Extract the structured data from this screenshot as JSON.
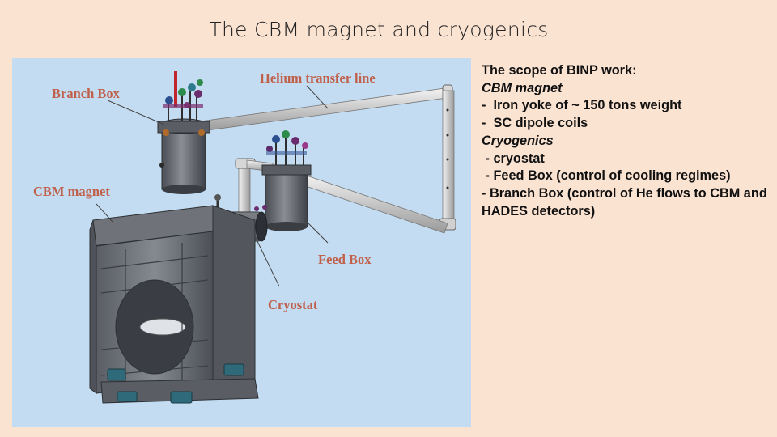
{
  "slide": {
    "title": "The CBM magnet and cryogenics"
  },
  "figure": {
    "callouts": {
      "branch_box": "Branch Box",
      "helium_transfer_line": "Helium transfer line",
      "cbm_magnet": "CBM magnet",
      "feed_box": "Feed Box",
      "cryostat": "Cryostat"
    },
    "colors": {
      "background": "#c3dcf2",
      "callout_text": "#c0604a",
      "slide_background": "#fbe3d2"
    }
  },
  "notes": {
    "heading": "The scope of BINP work:",
    "magnet_heading": "CBM magnet",
    "magnet_item_1": "-  Iron yoke of ~ 150 tons weight",
    "magnet_item_2": "-  SC dipole coils",
    "cryo_heading": "Cryogenics",
    "cryo_item_1": " - cryostat",
    "cryo_item_2": " - Feed Box (control of cooling regimes)",
    "cryo_item_3": " - Branch Box (control of He flows to CBM and HADES detectors)"
  }
}
